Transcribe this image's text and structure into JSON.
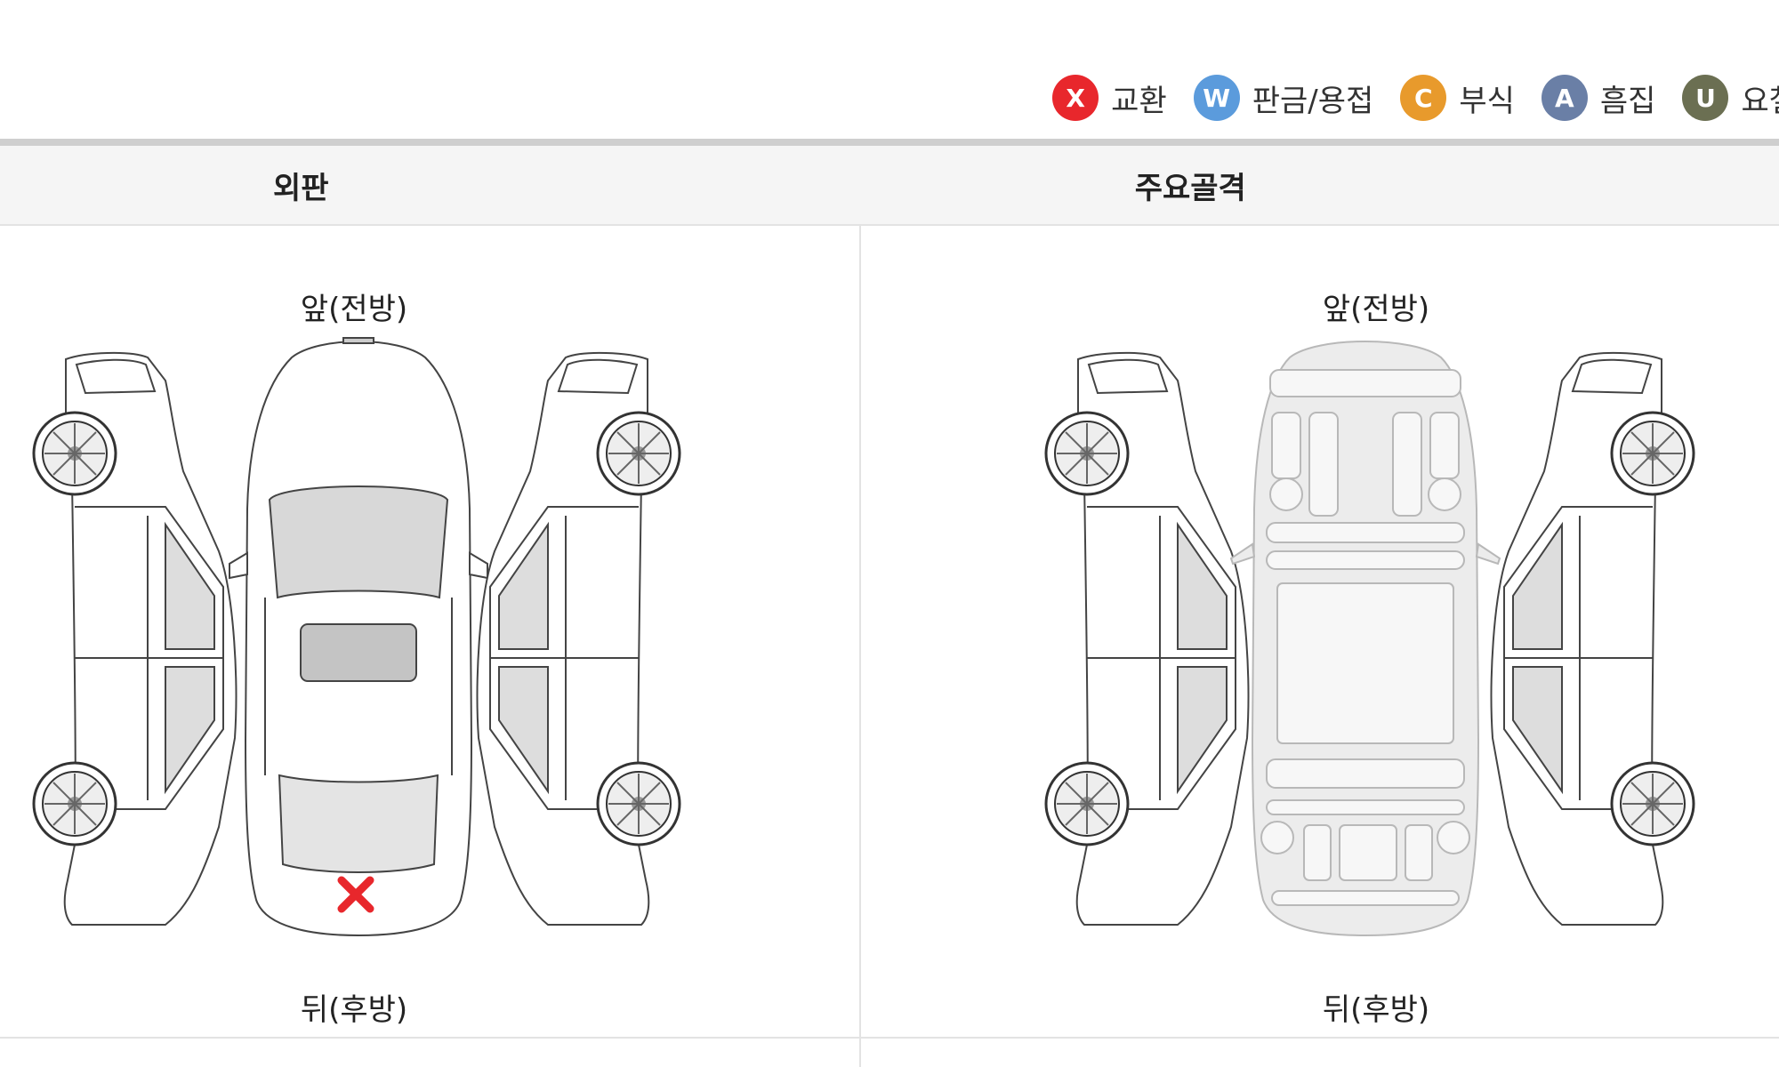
{
  "legend": [
    {
      "code": "X",
      "label": "교환",
      "color": "#e8272c"
    },
    {
      "code": "W",
      "label": "판금/용접",
      "color": "#5b9bdc"
    },
    {
      "code": "C",
      "label": "부식",
      "color": "#e89a2c"
    },
    {
      "code": "A",
      "label": "흠집",
      "color": "#6a7fa6"
    },
    {
      "code": "U",
      "label": "요철",
      "color": "#6b6f52"
    }
  ],
  "table": {
    "col_exterior": "외판",
    "col_frame": "주요골격"
  },
  "exterior": {
    "front_label": "앞(전방)",
    "rear_label": "뒤(후방)",
    "marks": [
      {
        "code": "X",
        "part": "rear-bumper",
        "color": "#e8272c"
      }
    ]
  },
  "frame": {
    "front_label": "앞(전방)",
    "rear_label": "뒤(후방)"
  }
}
